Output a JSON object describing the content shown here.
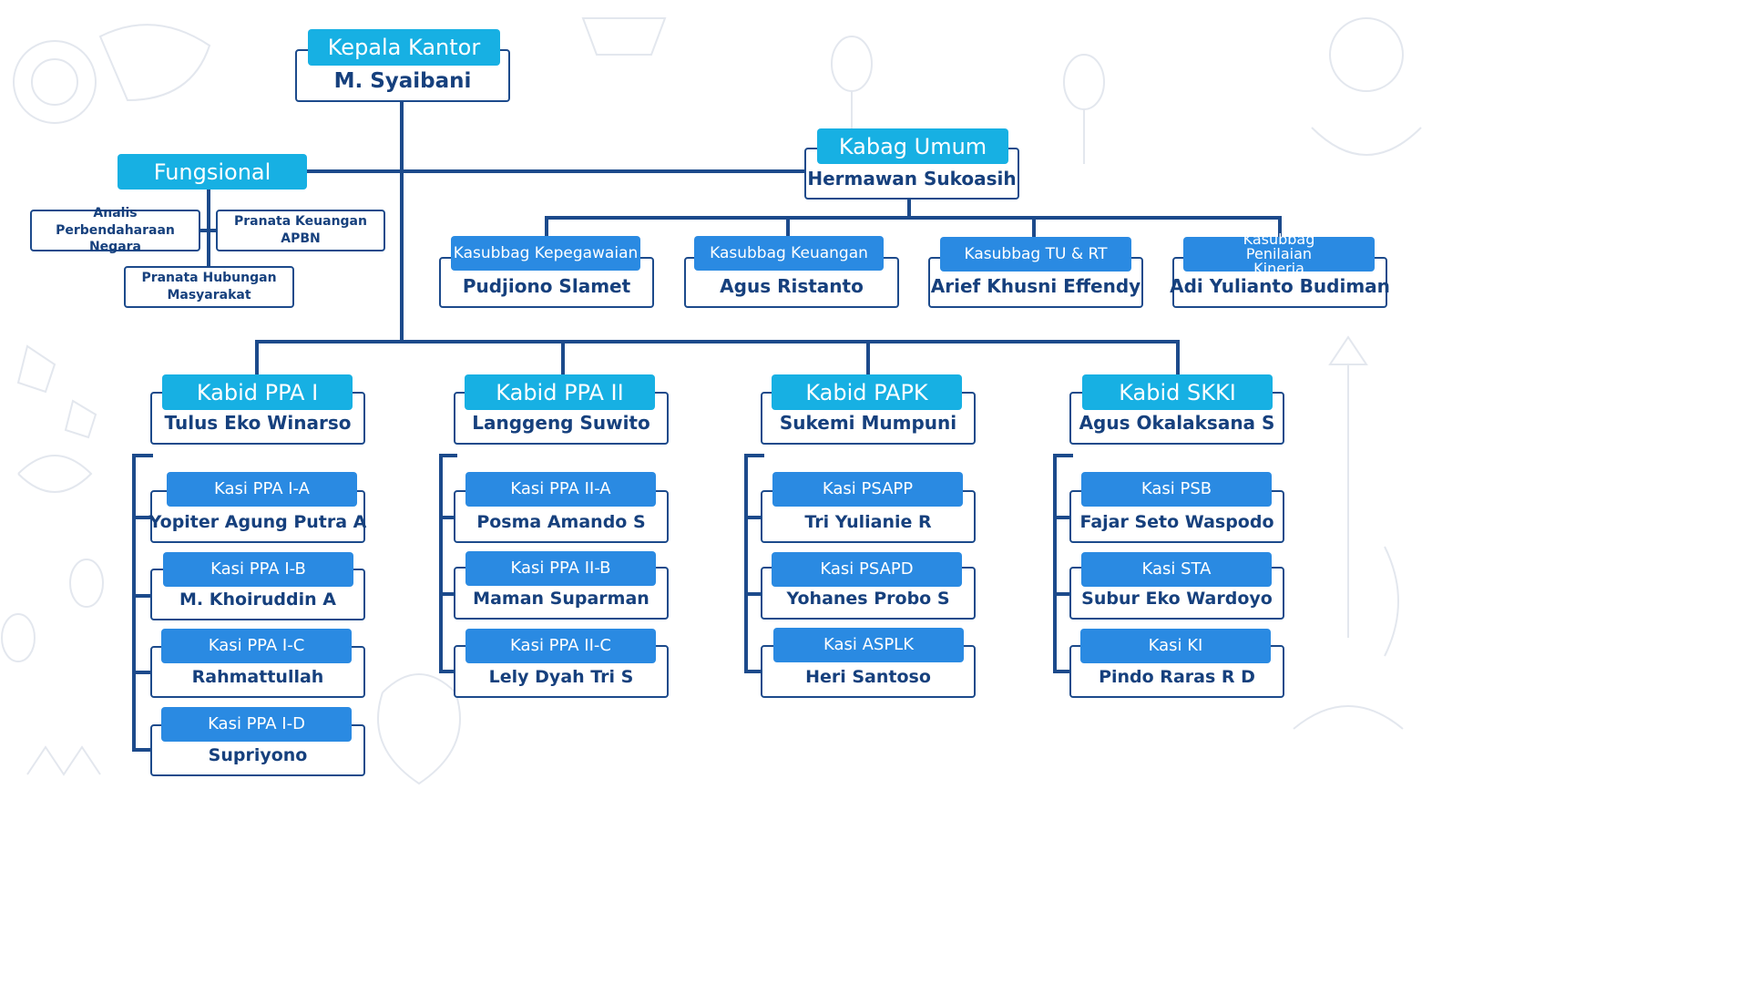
{
  "head": {
    "title": "Kepala Kantor",
    "name": "M. Syaibani"
  },
  "fungsional": {
    "title": "Fungsional",
    "items": [
      "Analis Perbendaharaan Negara",
      "Pranata Keuangan APBN",
      "Pranata Hubungan Masyarakat"
    ]
  },
  "umum": {
    "title": "Kabag Umum",
    "name": "Hermawan Sukoasih",
    "subs": [
      {
        "title": "Kasubbag Kepegawaian",
        "name": "Pudjiono Slamet"
      },
      {
        "title": "Kasubbag Keuangan",
        "name": "Agus Ristanto"
      },
      {
        "title": "Kasubbag TU & RT",
        "name": "Arief Khusni Effendy"
      },
      {
        "title": "Kasubbag Penilaian Kinerja",
        "name": "Adi Yulianto Budiman"
      }
    ]
  },
  "bidang": [
    {
      "title": "Kabid PPA I",
      "name": "Tulus Eko Winarso",
      "kasi": [
        {
          "title": "Kasi PPA I-A",
          "name": "Yopiter Agung Putra A"
        },
        {
          "title": "Kasi PPA I-B",
          "name": "M. Khoiruddin A"
        },
        {
          "title": "Kasi PPA I-C",
          "name": "Rahmattullah"
        },
        {
          "title": "Kasi PPA I-D",
          "name": "Supriyono"
        }
      ]
    },
    {
      "title": "Kabid PPA II",
      "name": "Langgeng Suwito",
      "kasi": [
        {
          "title": "Kasi PPA II-A",
          "name": "Posma Amando S"
        },
        {
          "title": "Kasi PPA II-B",
          "name": "Maman Suparman"
        },
        {
          "title": "Kasi PPA II-C",
          "name": "Lely Dyah Tri S"
        }
      ]
    },
    {
      "title": "Kabid PAPK",
      "name": "Sukemi Mumpuni",
      "kasi": [
        {
          "title": "Kasi PSAPP",
          "name": "Tri Yulianie R"
        },
        {
          "title": "Kasi PSAPD",
          "name": "Yohanes Probo S"
        },
        {
          "title": "Kasi ASPLK",
          "name": "Heri Santoso"
        }
      ]
    },
    {
      "title": "Kabid SKKI",
      "name": "Agus Okalaksana S",
      "kasi": [
        {
          "title": "Kasi PSB",
          "name": "Fajar Seto Waspodo"
        },
        {
          "title": "Kasi STA",
          "name": "Subur Eko Wardoyo"
        },
        {
          "title": "Kasi KI",
          "name": "Pindo Raras R D"
        }
      ]
    }
  ],
  "colors": {
    "line": "#1c4a8b",
    "tab_primary": "#17b0e3",
    "tab_secondary": "#2a8ae2",
    "text": "#16407d"
  }
}
